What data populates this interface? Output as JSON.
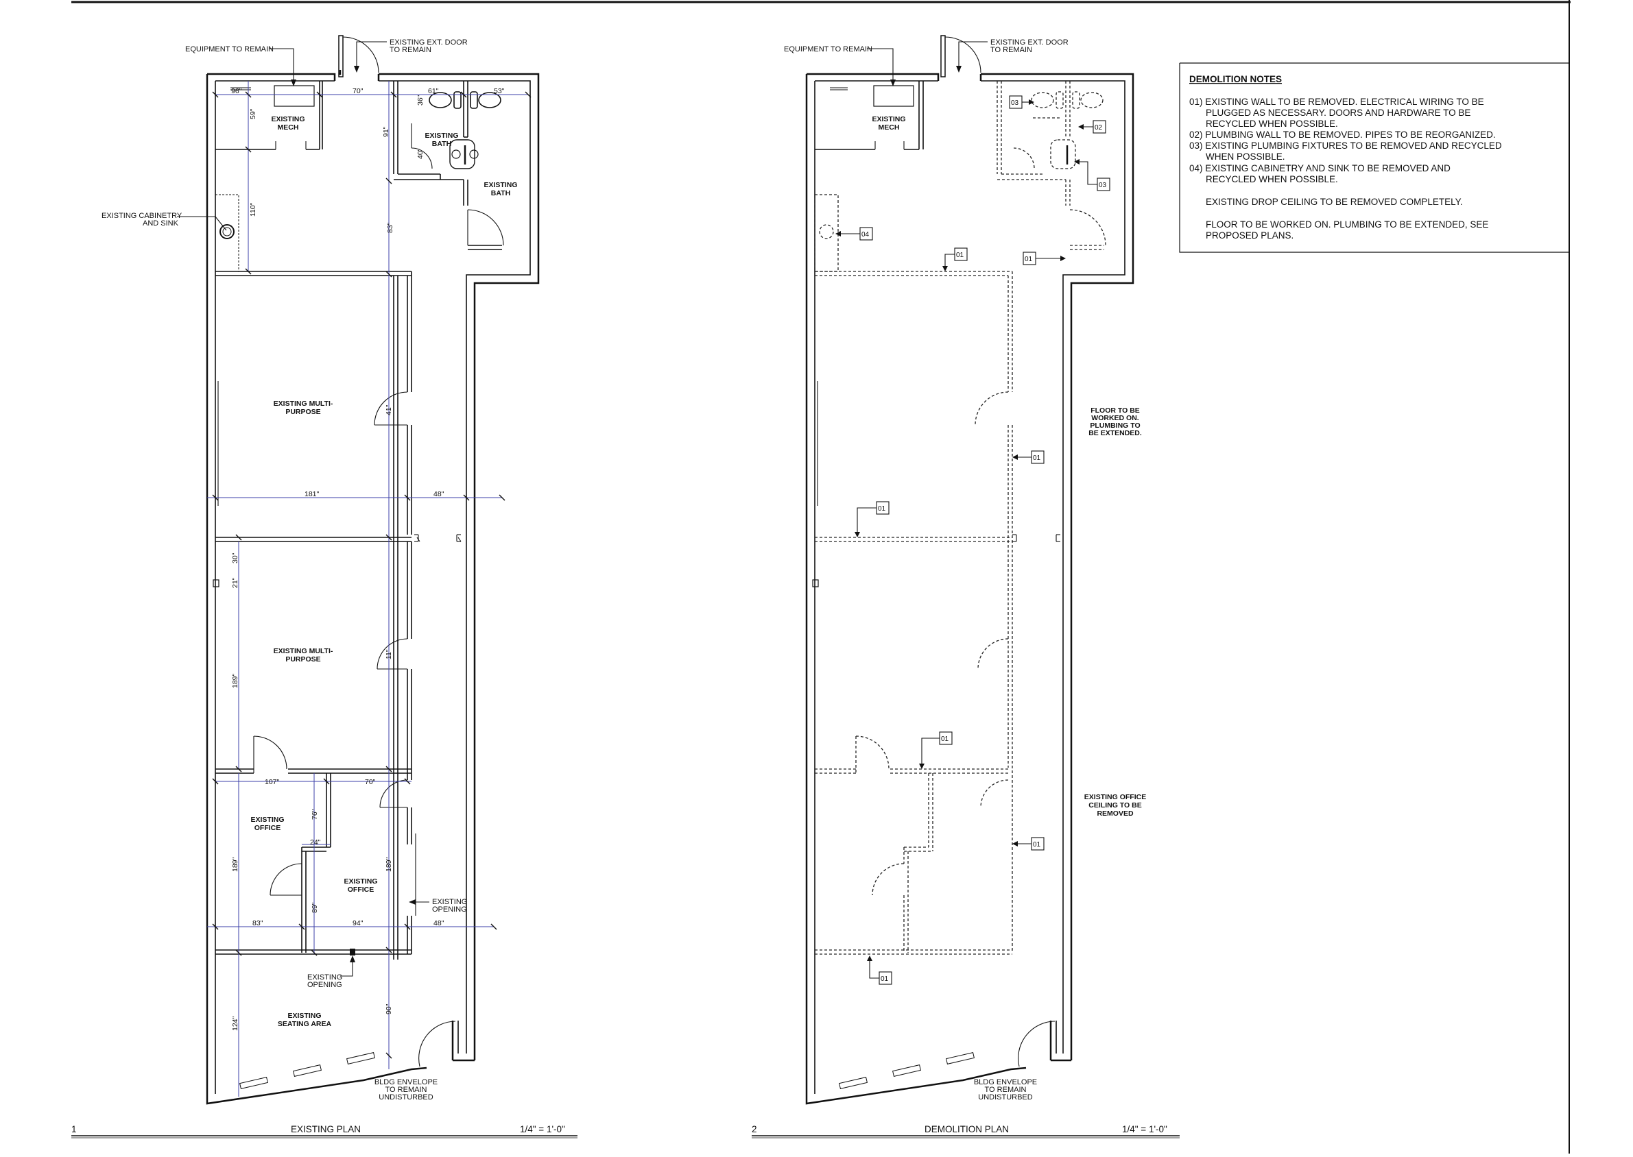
{
  "plans": {
    "existing": {
      "number": "1",
      "title": "EXISTING PLAN",
      "scale": "1/4\"   =    1'-0\"",
      "callouts": {
        "equipment": "EQUIPMENT TO REMAIN",
        "ext_door_1": "EXISTING EXT. DOOR",
        "ext_door_2": "TO REMAIN",
        "cabinetry_1": "EXISTING CABINETRY",
        "cabinetry_2": "AND SINK",
        "opening_right_1": "EXISTING",
        "opening_right_2": "OPENING",
        "opening_bottom_1": "EXISTING",
        "opening_bottom_2": "OPENING",
        "envelope_1": "BLDG ENVELOPE",
        "envelope_2": "TO REMAIN",
        "envelope_3": "UNDISTURBED"
      },
      "rooms": {
        "mech_1": "EXISTING",
        "mech_2": "MECH",
        "bath_a_1": "EXISTING",
        "bath_a_2": "BATH",
        "bath_b_1": "EXISTING",
        "bath_b_2": "BATH",
        "mp1_1": "EXISTING MULTI-",
        "mp1_2": "PURPOSE",
        "mp2_1": "EXISTING MULTI-",
        "mp2_2": "PURPOSE",
        "office_a_1": "EXISTING",
        "office_a_2": "OFFICE",
        "office_b_1": "EXISTING",
        "office_b_2": "OFFICE",
        "seating_1": "EXISTING",
        "seating_2": "SEATING AREA"
      },
      "dimensions": {
        "d96": "96\"",
        "d70a": "70\"",
        "d61": "61\"",
        "d53": "53\"",
        "d59": "59\"",
        "d36": "36\"",
        "d91": "91\"",
        "d40": "40\"",
        "d110": "110\"",
        "d83a": "83\"",
        "d41": "41\"",
        "d181": "181\"",
        "d48a": "48\"",
        "d30": "30\"",
        "d21": "21\"",
        "d11": "11\"",
        "d189a": "189\"",
        "d107": "107\"",
        "d70b": "70\"",
        "d76": "76\"",
        "d24": "24\"",
        "d189b": "189\"",
        "d89": "89\"",
        "d189c": "189\"",
        "d83b": "83\"",
        "d94": "94\"",
        "d48b": "48\"",
        "d124": "124\"",
        "d90": "90\""
      }
    },
    "demolition": {
      "number": "2",
      "title": "DEMOLITION PLAN",
      "scale": "1/4\"   =    1'-0\"",
      "callouts": {
        "equipment": "EQUIPMENT TO REMAIN",
        "ext_door_1": "EXISTING EXT. DOOR",
        "ext_door_2": "TO REMAIN",
        "floor_1": "FLOOR TO BE",
        "floor_2": "WORKED ON.",
        "floor_3": "PLUMBING TO",
        "floor_4": "BE EXTENDED.",
        "ceiling_1": "EXISTING OFFICE",
        "ceiling_2": "CEILING TO BE",
        "ceiling_3": "REMOVED",
        "envelope_1": "BLDG ENVELOPE",
        "envelope_2": "TO REMAIN",
        "envelope_3": "UNDISTURBED"
      },
      "rooms": {
        "mech_1": "EXISTING",
        "mech_2": "MECH"
      },
      "tags": {
        "t01": "01",
        "t02": "02",
        "t03": "03",
        "t04": "04"
      }
    }
  },
  "demolition_notes": {
    "heading": "DEMOLITION NOTES",
    "n1_a": "01) EXISTING WALL TO BE REMOVED. ELECTRICAL WIRING TO BE",
    "n1_b": "PLUGGED AS NECESSARY. DOORS AND HARDWARE TO BE",
    "n1_c": "RECYCLED WHEN POSSIBLE.",
    "n2": "02) PLUMBING WALL TO BE REMOVED. PIPES TO BE REORGANIZED.",
    "n3_a": "03) EXISTING PLUMBING FIXTURES TO BE REMOVED AND RECYCLED",
    "n3_b": "WHEN POSSIBLE.",
    "n4_a": "04) EXISTING CABINETRY AND SINK TO BE REMOVED AND",
    "n4_b": "RECYCLED WHEN POSSIBLE.",
    "g1": "EXISTING DROP CEILING TO BE REMOVED COMPLETELY.",
    "g2_a": "FLOOR TO BE WORKED ON. PLUMBING TO BE EXTENDED, SEE",
    "g2_b": "PROPOSED PLANS."
  },
  "colors": {
    "ink": "#111111",
    "dimension_line": "#3b3fa8",
    "background": "#ffffff"
  }
}
